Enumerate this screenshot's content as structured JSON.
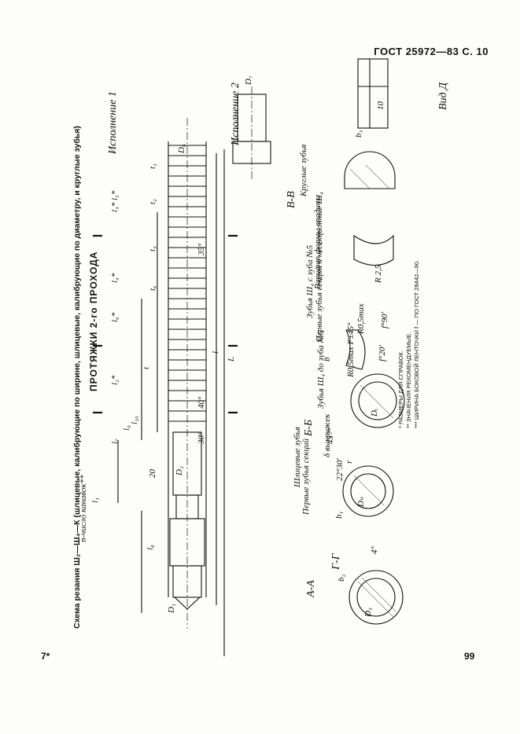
{
  "header": {
    "standard": "ГОСТ 25972—83 С. 10"
  },
  "footer": {
    "left_mark": "7*",
    "page_number": "99"
  },
  "main": {
    "title": "ПРОТЯЖКИ 2-го ПРОХОДА",
    "caption": "Схема резания Ш₂—Ш₄—К (шлицевые, калибрующие по ширине, шлицевые, калибрующие по диаметру, и круглые зубья)",
    "variant_1": "Исполнение 1",
    "variant_2": "Исполнение 2"
  },
  "sections": {
    "aa": "А-А",
    "gg": "Г-Г",
    "bb": "Б-Б",
    "vv": "В-В",
    "view_d": "Вид Д",
    "first_teeth": "Первые зубья секций",
    "spline_teeth": "Шлицевые зубья",
    "teeth_w4_to": "Зубья Ш₄ до зуба №5",
    "teeth_w4_from": "Зубья Ш₄ с зуба №5",
    "first_teeth_sections": "Первые зубья секций и несекционные Ш₄",
    "round_teeth": "Круглые зубья",
    "groove_variant": "Вариант формы впадины",
    "groove_number": "n-число канавок**",
    "undercut": "δ выкружек"
  },
  "dimensions": {
    "l1": "l₁",
    "l2": "l₂*",
    "l3": "l₃*",
    "l4": "l₄*",
    "l5": "l₅*",
    "l6": "l₆*",
    "l7": "l₇",
    "l8": "l₈",
    "l9": "l₉",
    "l10": "l₁₀",
    "l": "l",
    "L": "L",
    "t": "t",
    "t1": "t₁",
    "t2": "t₂",
    "t5": "t₅",
    "t6": "t₆",
    "d1": "D₁",
    "d2": "D₂",
    "d5": "D₅",
    "d6": "D₆",
    "d7": "D₇",
    "dh": "Dₙ",
    "di": "Dᵢ",
    "b": "b",
    "b1": "b₁",
    "b2": "b₂",
    "b3": "b₃",
    "r": "r",
    "angle_30": "30°",
    "angle_35": "35°",
    "angle_40": "40°",
    "angle_45": "45°*",
    "angle_22": "22°30'",
    "angle_4": "4°",
    "angle_10": "10",
    "angle_20": "20",
    "ra1": "R0,5max F±45°",
    "ra2": "R0,5max",
    "f90": "f°90'",
    "f20": "f°20'",
    "r25": "R 2,5"
  },
  "notes": {
    "n1": "* РАЗМЕРЫ ДЛЯ СПРАВОК.",
    "n2": "** ЗНАЧЕНИЯ РЕКОМЕНДУЕМЫЕ.",
    "n3": "*** ШИРИНА БОКОВОЙ ЛЕНТОЧКИ f — ПО ГОСТ 28442—90."
  },
  "colors": {
    "ink": "#111111",
    "paper": "#fdfdfb"
  }
}
